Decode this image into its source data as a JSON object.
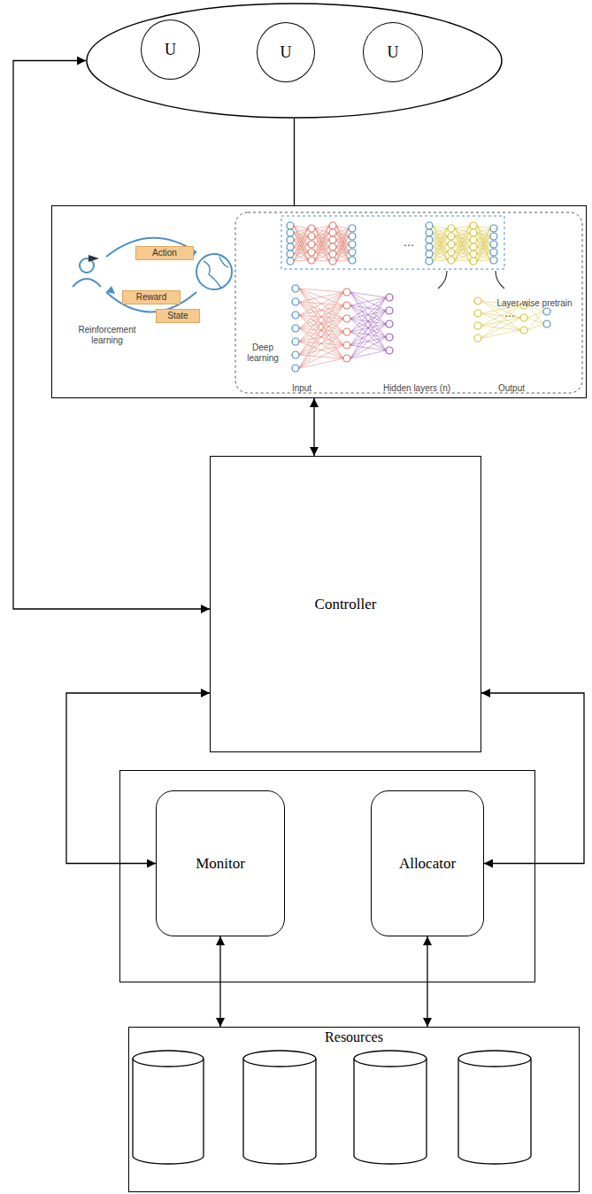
{
  "diagram": {
    "nodes": [
      {
        "text": []
      },
      {
        "text": [
          "U"
        ],
        "in": 0
      },
      {
        "text": [
          "U"
        ],
        "in": 0
      },
      {
        "text": [
          "U"
        ],
        "in": 0
      },
      {
        "text": [
          "Action",
          "Reward",
          "State",
          "Reinforcement learning",
          "Layer-wise pretrain",
          "Deep learning",
          "Input",
          "Hidden layers (n)",
          "Output"
        ]
      },
      {
        "text": [
          "Controller"
        ]
      },
      {
        "text": []
      },
      {
        "text": [
          "Monitor"
        ],
        "in": 6
      },
      {
        "text": [
          "Allocator"
        ],
        "in": 6
      },
      {
        "text": [
          "Resources"
        ]
      }
    ],
    "edges": [
      {
        "from": 0,
        "to": 4,
        "arrow": "none"
      },
      {
        "from": 4,
        "to": 5,
        "arrow": "both"
      },
      {
        "from": 5,
        "to": 0,
        "arrow": "both"
      },
      {
        "from": 5,
        "to": 7,
        "arrow": "both"
      },
      {
        "from": 5,
        "to": 8,
        "arrow": "both"
      },
      {
        "from": 7,
        "to": 9,
        "arrow": "both"
      },
      {
        "from": 8,
        "to": 9,
        "arrow": "both"
      }
    ]
  }
}
